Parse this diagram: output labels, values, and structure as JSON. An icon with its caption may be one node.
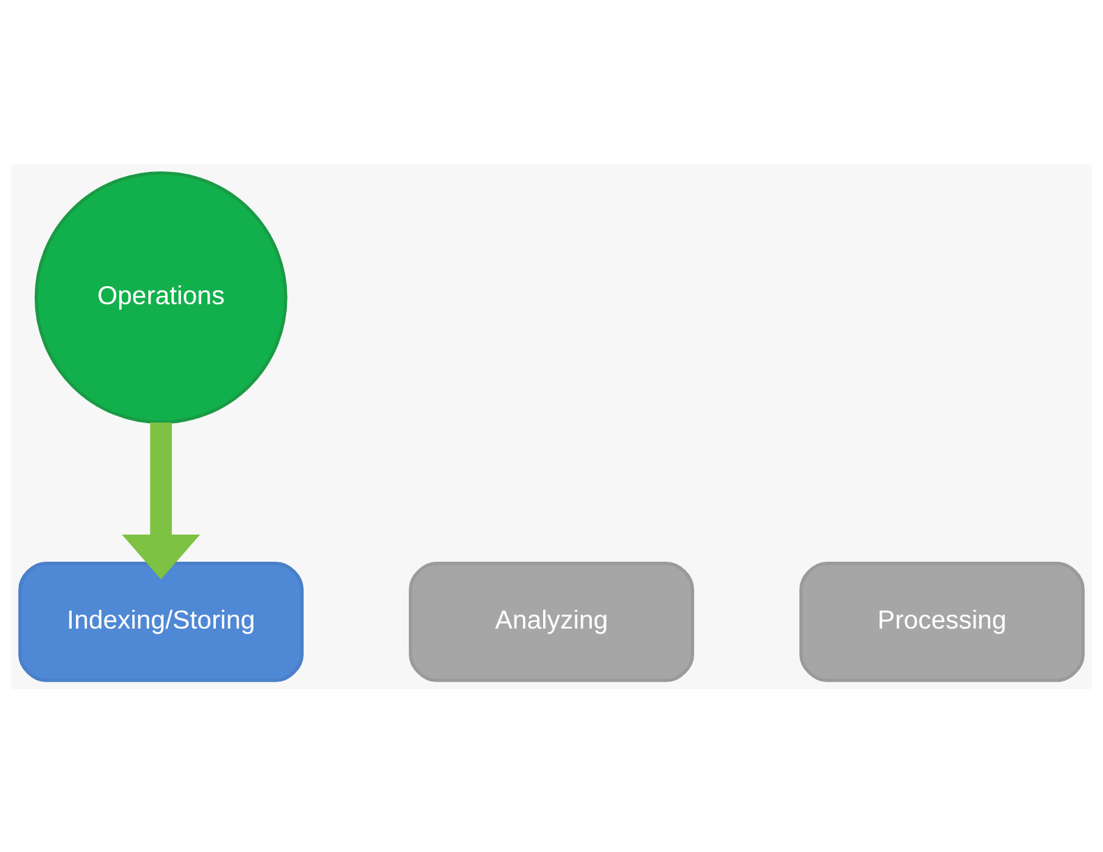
{
  "diagram": {
    "nodes": [
      {
        "text": [
          "Operations"
        ]
      },
      {
        "text": [
          "Indexing/Storing"
        ]
      },
      {
        "text": [
          "Analyzing"
        ]
      },
      {
        "text": [
          "Processing"
        ]
      }
    ],
    "edges": [
      {
        "from": 0,
        "to": 1,
        "arrow": "to"
      }
    ]
  }
}
